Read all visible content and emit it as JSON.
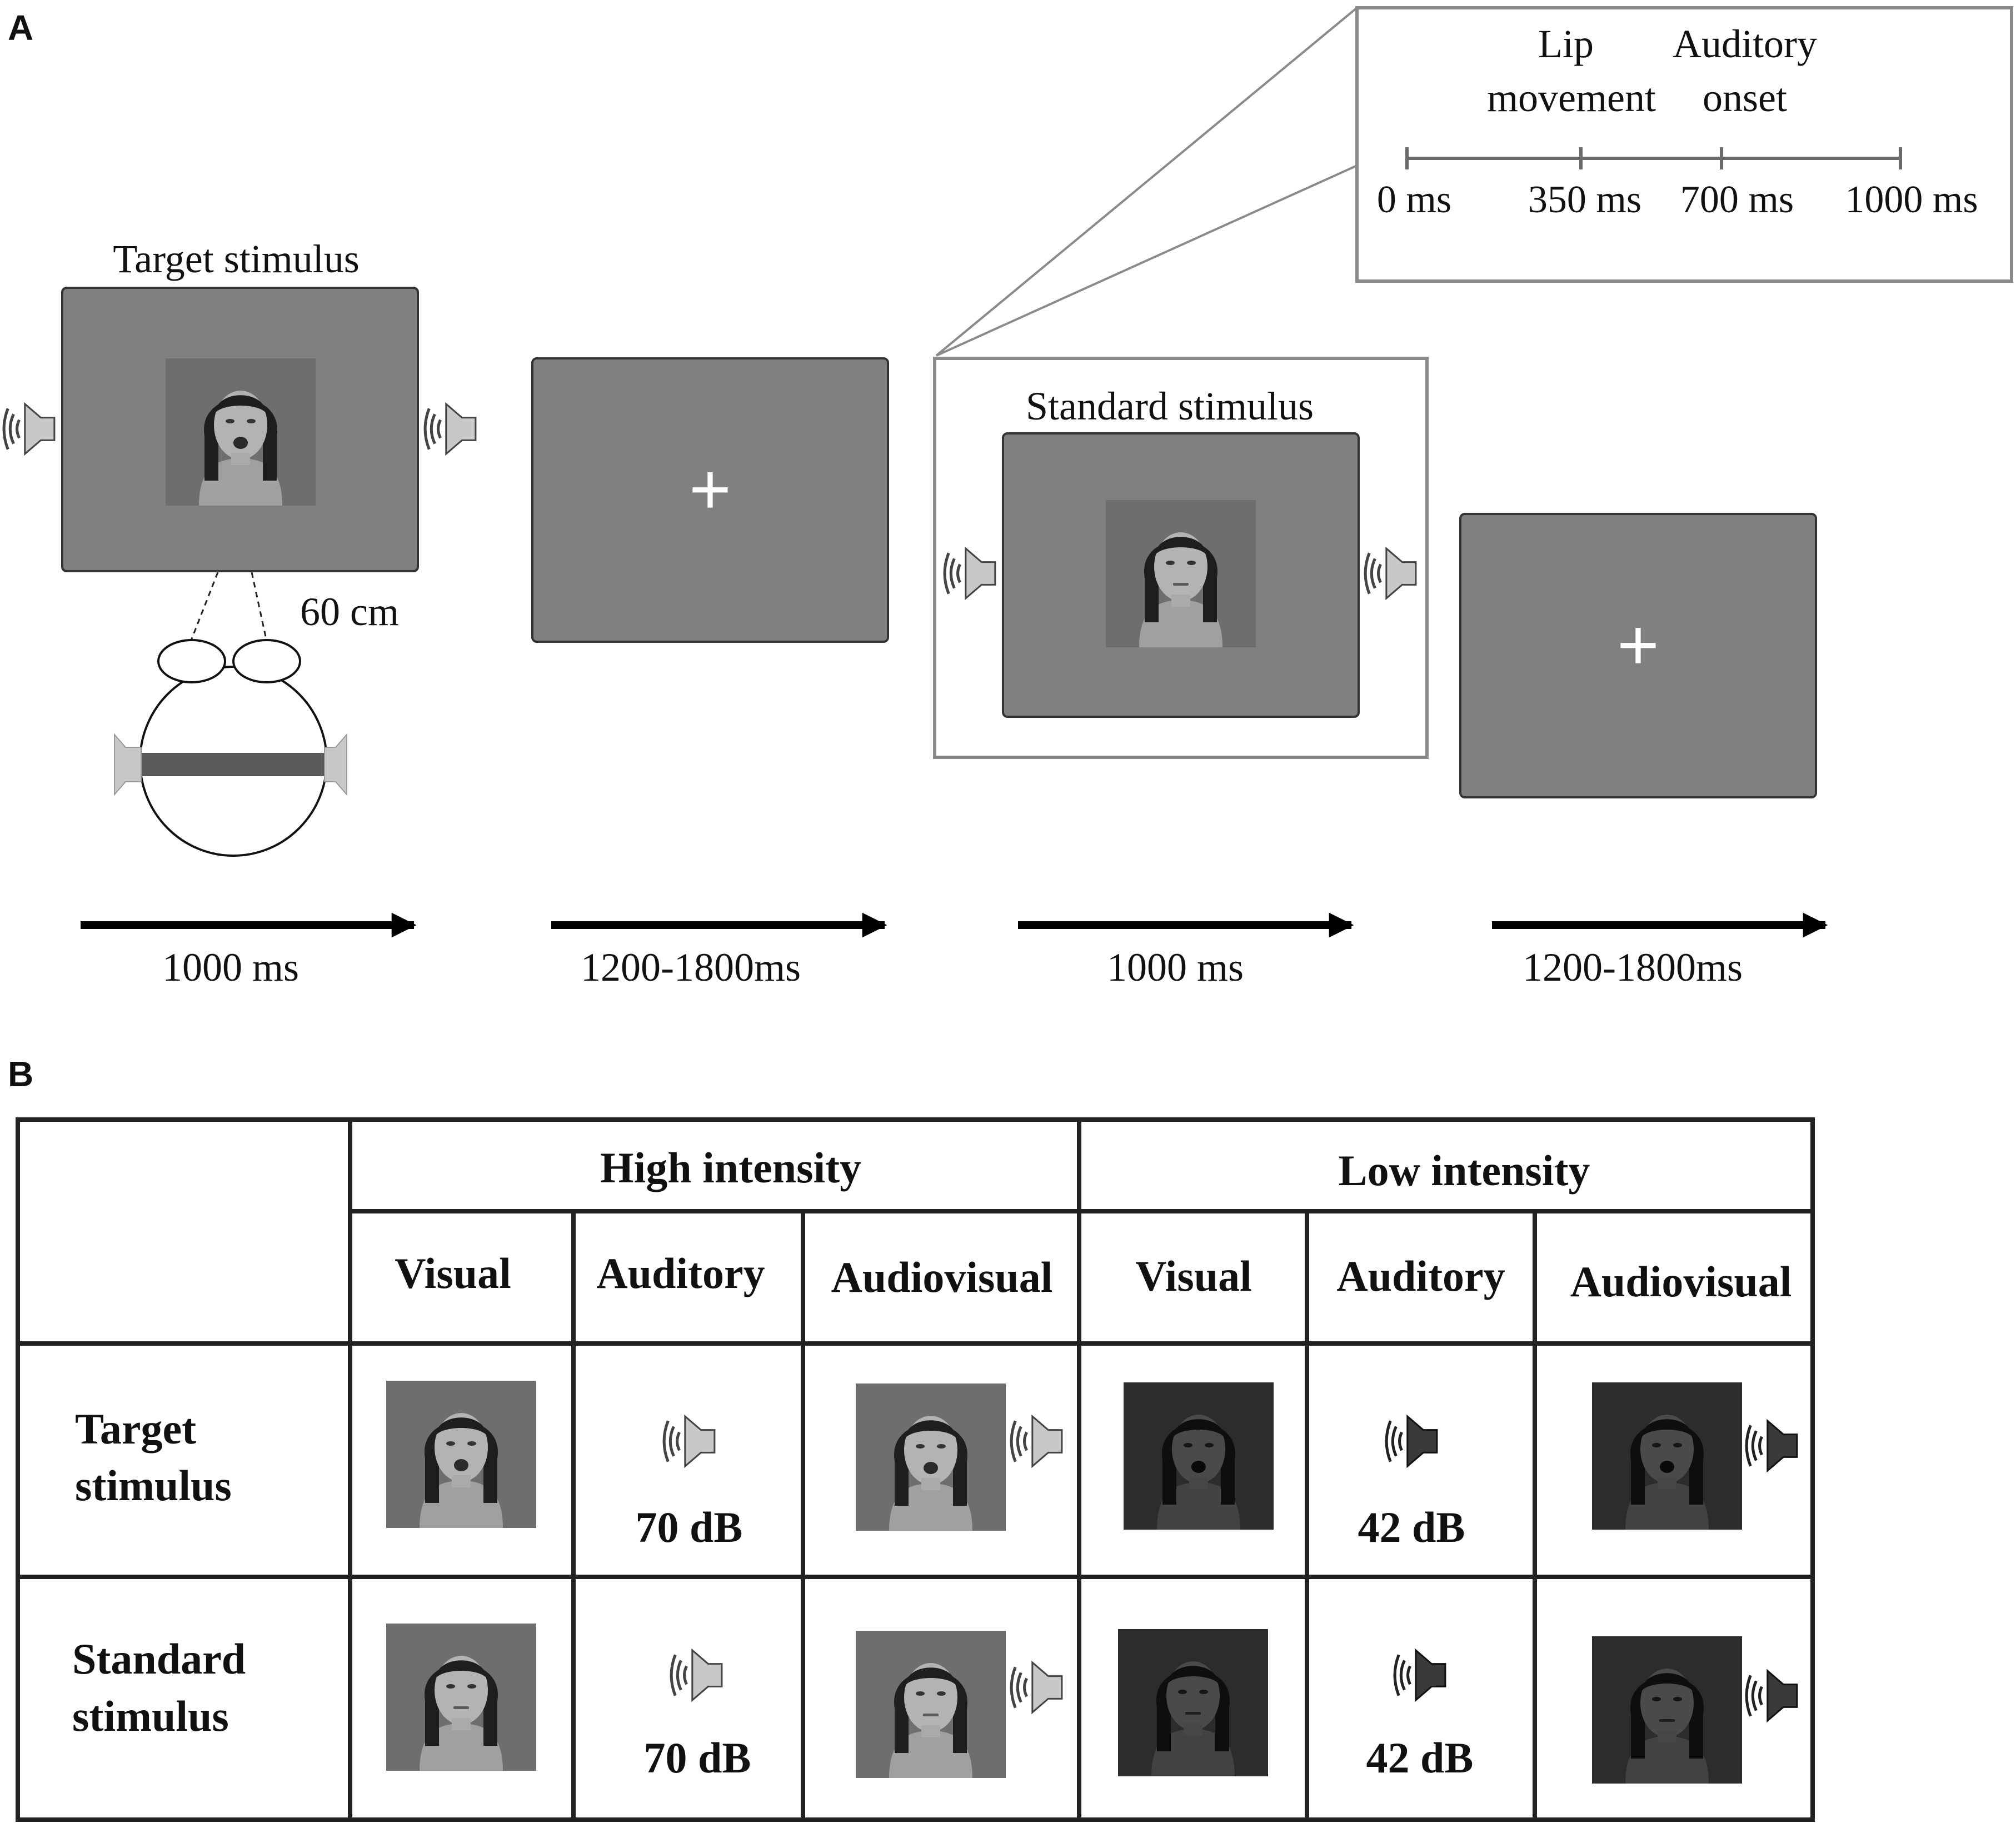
{
  "panel_a": {
    "label": "A",
    "target_title": "Target stimulus",
    "standard_title": "Standard stimulus",
    "distance": "60 cm",
    "fixation": "+",
    "inset": {
      "label_lip_1": "Lip",
      "label_lip_2": "movement",
      "label_aud_1": "Auditory",
      "label_aud_2": "onset",
      "ticks": [
        "0 ms",
        "350 ms",
        "700 ms",
        "1000 ms"
      ]
    },
    "durations": [
      "1000 ms",
      "1200-1800ms",
      "1000 ms",
      "1200-1800ms"
    ]
  },
  "panel_b": {
    "label": "B",
    "groups": [
      "High intensity",
      "Low intensity"
    ],
    "columns": [
      "Visual",
      "Auditory",
      "Audiovisual",
      "Visual",
      "Auditory",
      "Audiovisual"
    ],
    "rows": [
      {
        "label_1": "Target",
        "label_2": "stimulus",
        "high_db": "70 dB",
        "low_db": "42 dB"
      },
      {
        "label_1": "Standard",
        "label_2": "stimulus",
        "high_db": "70 dB",
        "low_db": "42 dB"
      }
    ]
  },
  "colors": {
    "screen": "#808080",
    "face_bg_high": "#6e6e6e",
    "face_bg_low": "#2c2c2c",
    "speaker_high": "#c8c8c8",
    "speaker_low": "#3a3a3a",
    "inset_border": "#8a8a8a",
    "headband": "#5a5a5a"
  },
  "icons": [
    "speaker-icon",
    "face-photo",
    "head-diagram-icon",
    "fixation-cross-icon",
    "arrow-icon"
  ]
}
